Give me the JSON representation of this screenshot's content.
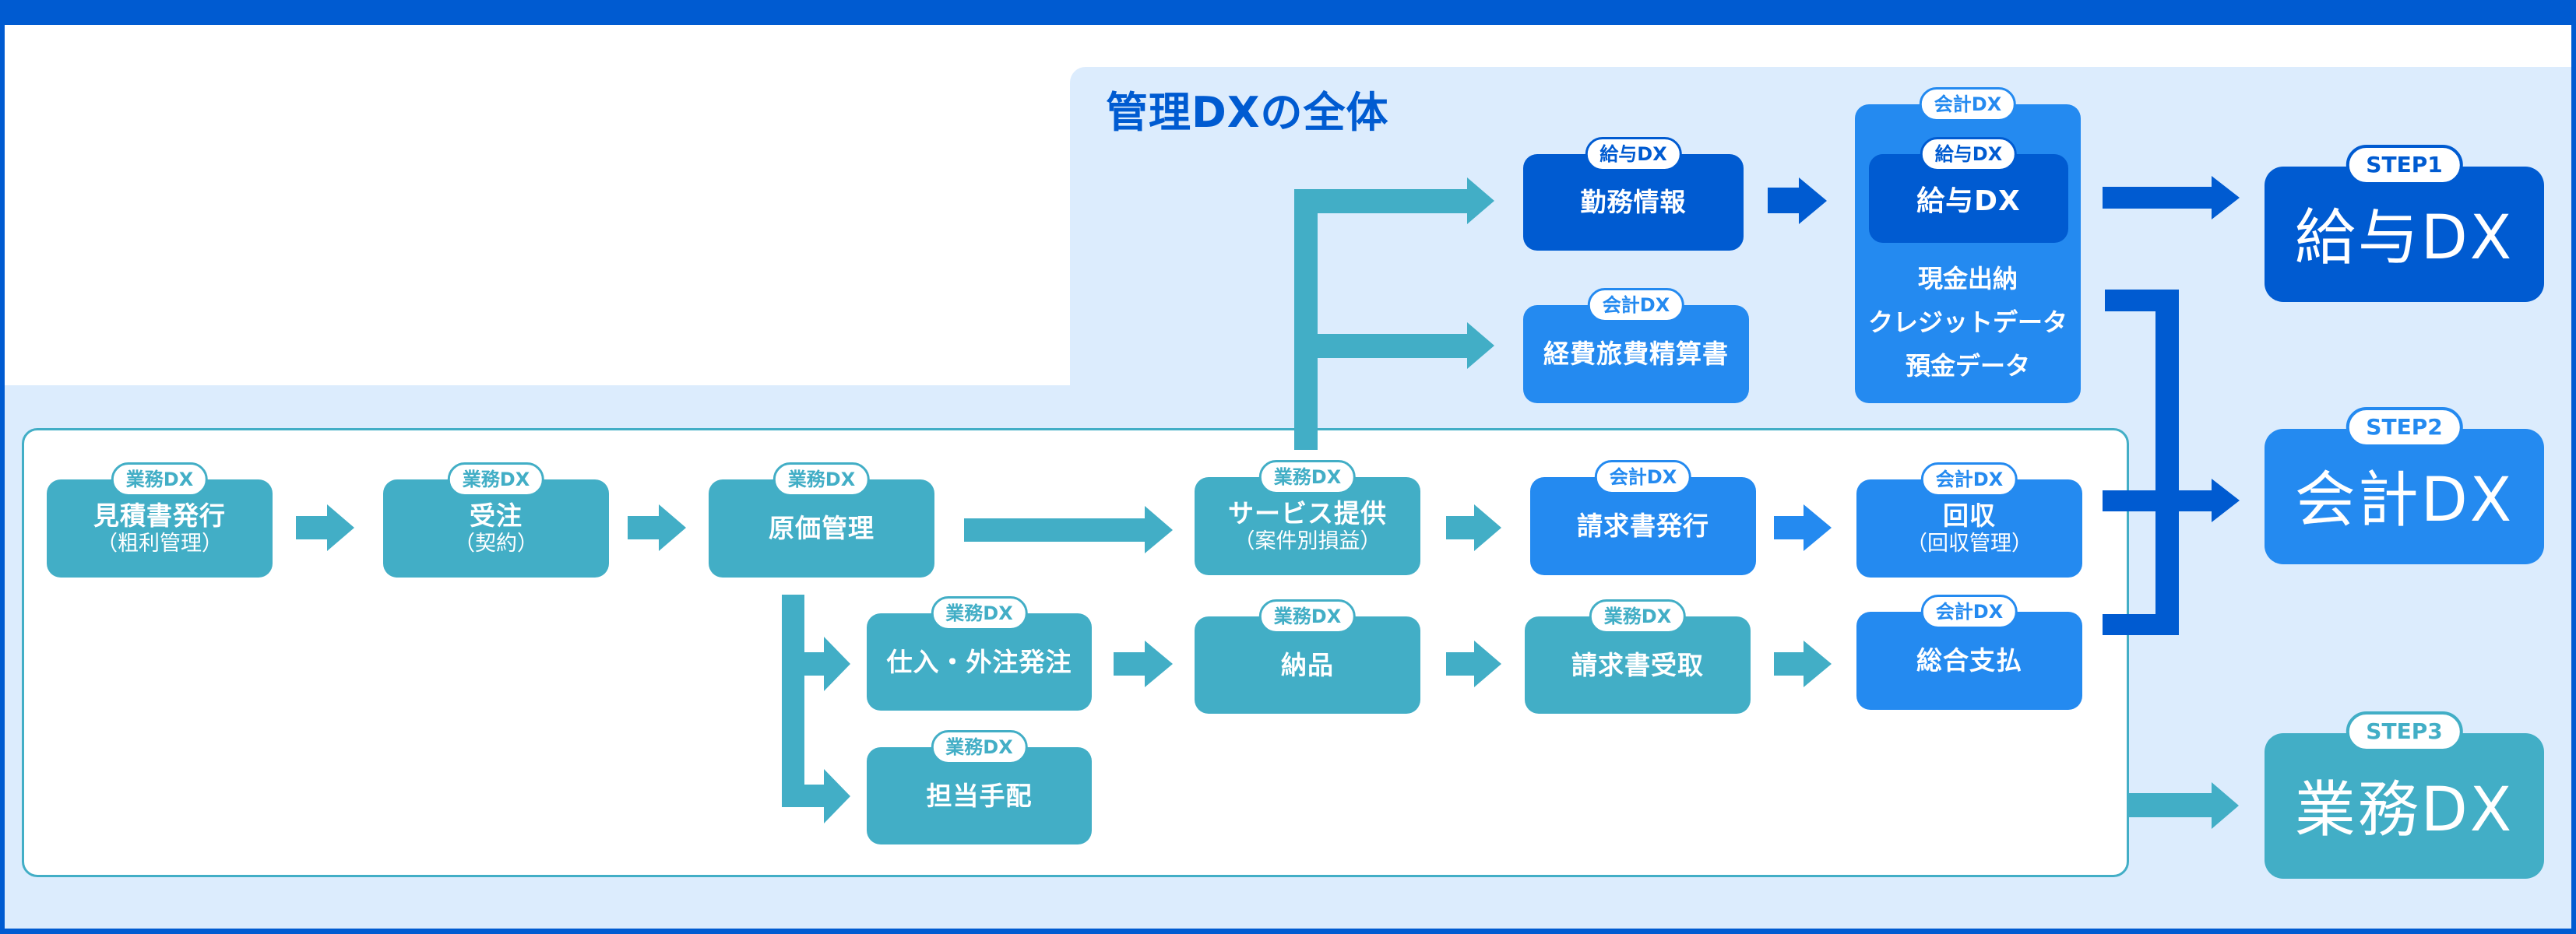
{
  "title": "管理DXの全体",
  "colors": {
    "frame": "#005BD1",
    "background": "#DCECFD",
    "gyomu_teal": "#42AEC6",
    "kaikei_blue": "#248AF0",
    "kyuyo_dark_blue": "#005BD1"
  },
  "tags": {
    "gyomu": "業務DX",
    "kaikei": "会計DX",
    "kyuyo": "給与DX"
  },
  "process_nodes": {
    "estimate": {
      "tag": "業務DX",
      "label": "見積書発行",
      "sub": "（粗利管理）"
    },
    "order": {
      "tag": "業務DX",
      "label": "受注",
      "sub": "（契約）"
    },
    "cost": {
      "tag": "業務DX",
      "label": "原価管理"
    },
    "service": {
      "tag": "業務DX",
      "label": "サービス提供",
      "sub": "（案件別損益）"
    },
    "invoice_issue": {
      "tag": "会計DX",
      "label": "請求書発行"
    },
    "collection": {
      "tag": "会計DX",
      "label": "回収",
      "sub": "（回収管理）"
    },
    "purchase": {
      "tag": "業務DX",
      "label": "仕入・外注発注"
    },
    "delivery": {
      "tag": "業務DX",
      "label": "納品"
    },
    "invoice_receive": {
      "tag": "業務DX",
      "label": "請求書受取"
    },
    "payment": {
      "tag": "会計DX",
      "label": "総合支払"
    },
    "staffing": {
      "tag": "業務DX",
      "label": "担当手配"
    },
    "attendance": {
      "tag": "給与DX",
      "label": "勤務情報"
    },
    "expense": {
      "tag": "会計DX",
      "label": "経費旅費精算書"
    },
    "cash": {
      "tag": "会計DX",
      "inner_tag": "給与DX",
      "inner_label": "給与DX",
      "lines": [
        "現金出納",
        "クレジットデータ",
        "預金データ"
      ]
    }
  },
  "steps": [
    {
      "badge": "STEP1",
      "label": "給与DX"
    },
    {
      "badge": "STEP2",
      "label": "会計DX"
    },
    {
      "badge": "STEP3",
      "label": "業務DX"
    }
  ]
}
